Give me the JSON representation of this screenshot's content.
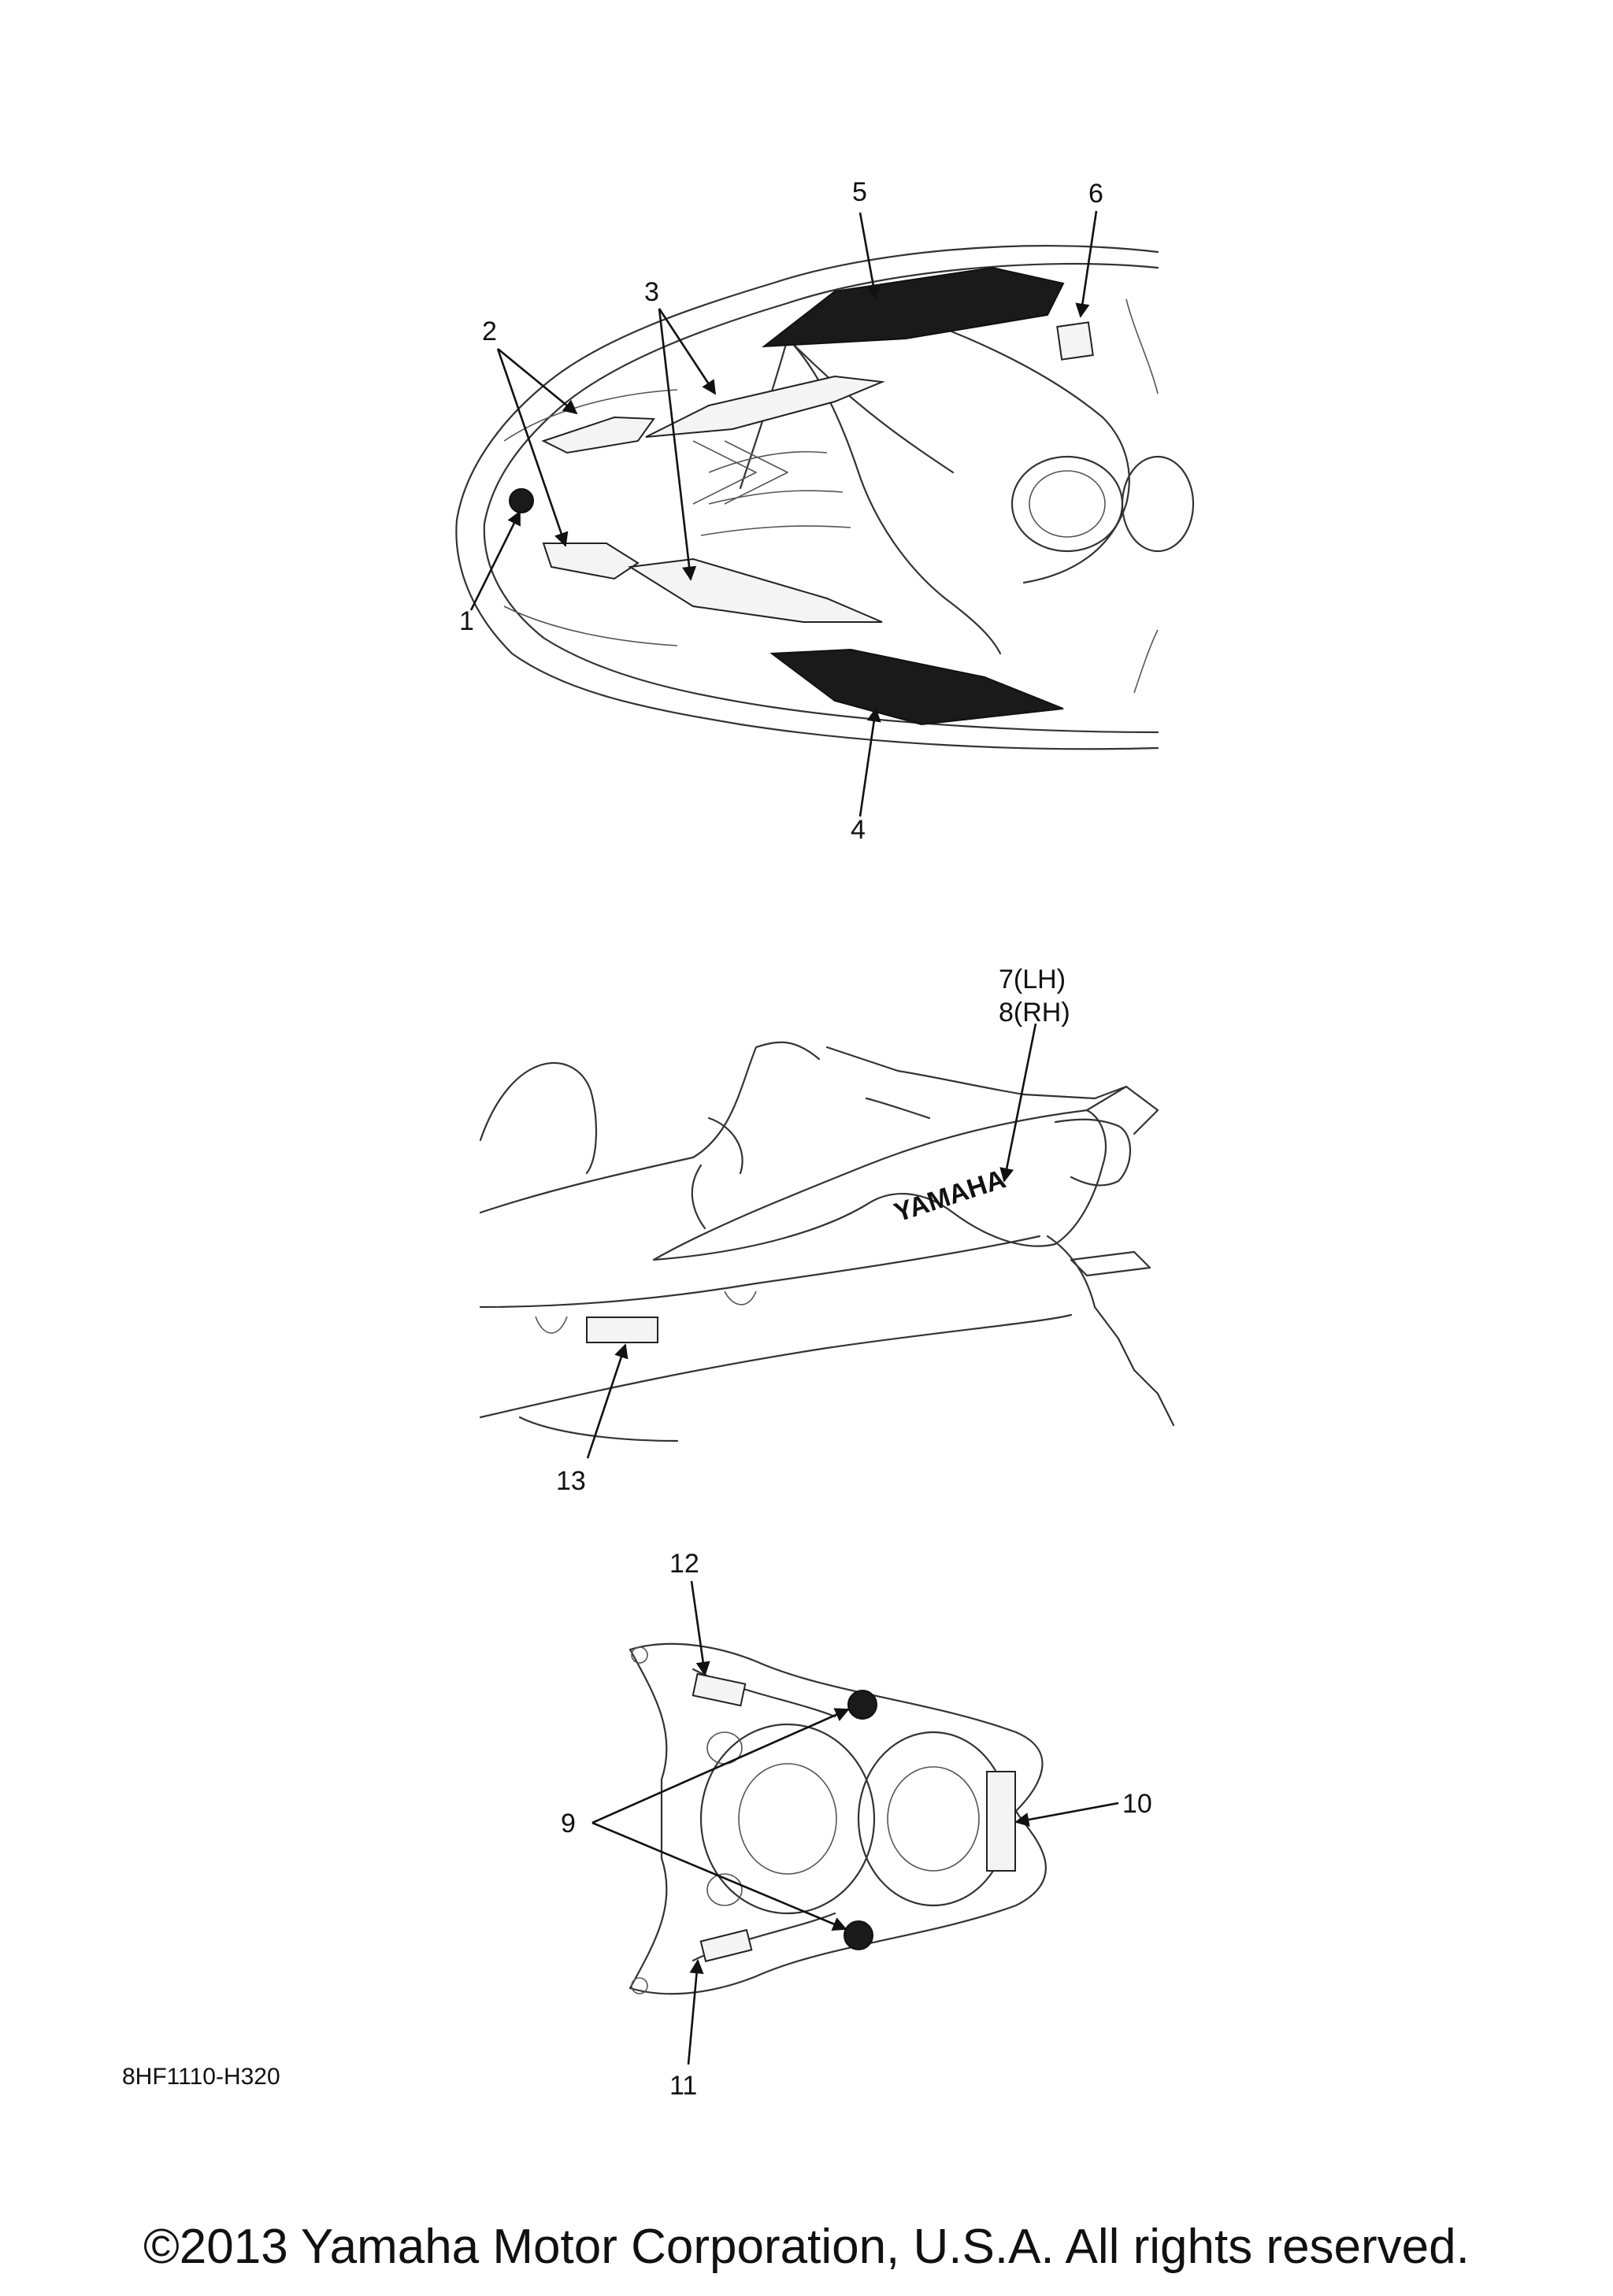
{
  "diagram_code": "8HF1110-H320",
  "copyright": "©2013 Yamaha Motor Corporation, U.S.A. All rights reserved.",
  "decal_text": "YAMAHA",
  "callouts": {
    "c1": "1",
    "c2": "2",
    "c3": "3",
    "c4": "4",
    "c5": "5",
    "c6": "6",
    "c7": "7(LH)",
    "c8": "8(RH)",
    "c9": "9",
    "c10": "10",
    "c11": "11",
    "c12": "12",
    "c13": "13"
  }
}
